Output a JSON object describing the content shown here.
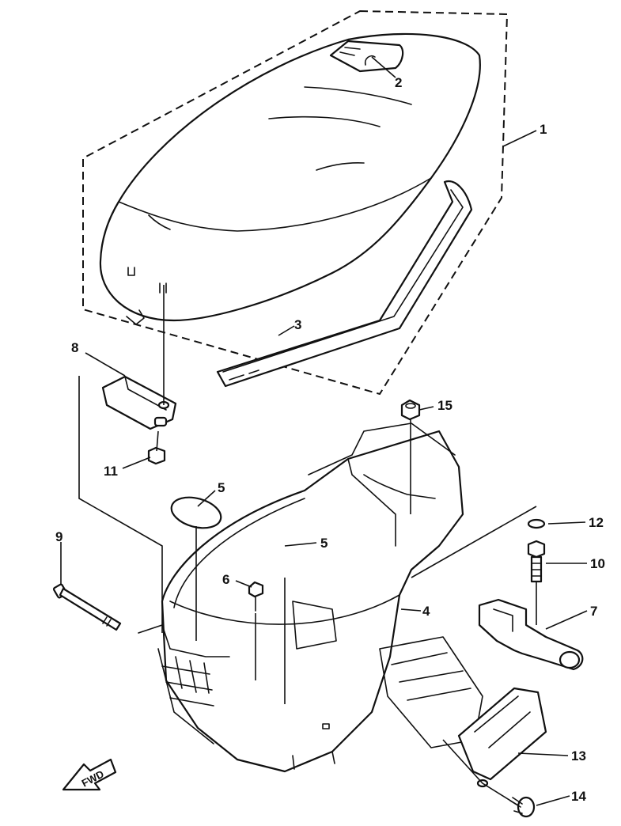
{
  "callouts": {
    "seat_assembly": "1",
    "seat_patch": "2",
    "seat_trim": "3",
    "storage_box": "4",
    "seal_left": "5",
    "seal_center": "5",
    "screw_6": "6",
    "bracket_7": "7",
    "hinge_8": "8",
    "bolt_9": "9",
    "bolt_10": "10",
    "nut_11": "11",
    "washer_12": "12",
    "cover_13": "13",
    "screw_14": "14",
    "nut_15": "15"
  },
  "fwd_label": "FWD"
}
